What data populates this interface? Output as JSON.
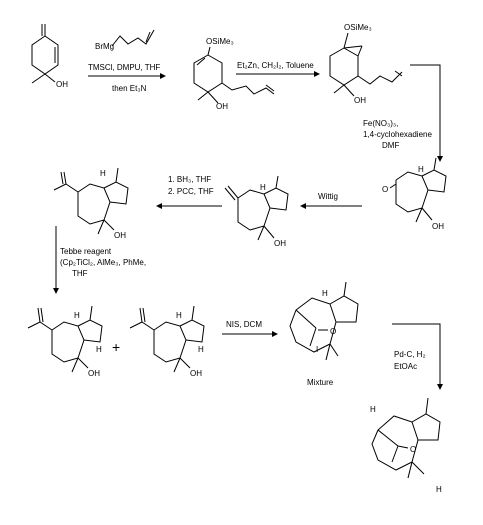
{
  "reagents": {
    "step1_grignard": "BrMg",
    "step1_conditions": "TMSCl, DMPU, THF",
    "step1_workup": "then Et₃N",
    "step2": "Et₂Zn, CH₂I₂, Toluene",
    "step3_line1": "Fe(NO₃)₃,",
    "step3_line2": "1,4-cyclohexadiene",
    "step3_line3": "DMF",
    "step4": "Wittig",
    "step5_line1": "1. BH₃, THF",
    "step5_line2": "2. PCC, THF",
    "step6_line1": "Tebbe reagent",
    "step6_line2": "(Cp₂TiCl₂, AlMe₃, PhMe,",
    "step6_line3": "THF",
    "step7": "NIS, DCM",
    "step8_line1": "Pd-C, H₂",
    "step8_line2": "EtOAc"
  },
  "labels": {
    "mixture": "Mixture",
    "plus": "+"
  },
  "atoms": {
    "oh": "OH",
    "otms": "OSiMe₃",
    "o": "O",
    "h": "H",
    "i": "I"
  }
}
